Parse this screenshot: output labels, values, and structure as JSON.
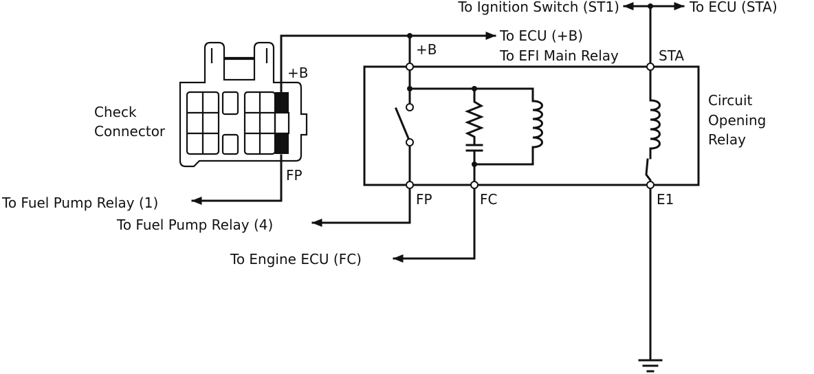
{
  "labels": {
    "to_ignition_switch": "To Ignition Switch (ST1)",
    "to_ecu_sta": "To ECU (STA)",
    "to_ecu_b": "To ECU (+B)",
    "to_efi_main_relay": "To EFI Main Relay",
    "plus_b_relay": "+B",
    "plus_b_connector": "+B",
    "sta": "STA",
    "check_connector_line1": "Check",
    "check_connector_line2": "Connector",
    "circuit_opening_relay_line1": "Circuit",
    "circuit_opening_relay_line2": "Opening",
    "circuit_opening_relay_line3": "Relay",
    "fp_connector": "FP",
    "to_fuel_pump_relay_1": "To Fuel Pump Relay (1)",
    "fp_relay": "FP",
    "fc_relay": "FC",
    "e1": "E1",
    "to_fuel_pump_relay_4": "To Fuel Pump Relay (4)",
    "to_engine_ecu_fc": "To Engine ECU (FC)"
  },
  "colors": {
    "line": "#111111",
    "background": "#ffffff"
  }
}
